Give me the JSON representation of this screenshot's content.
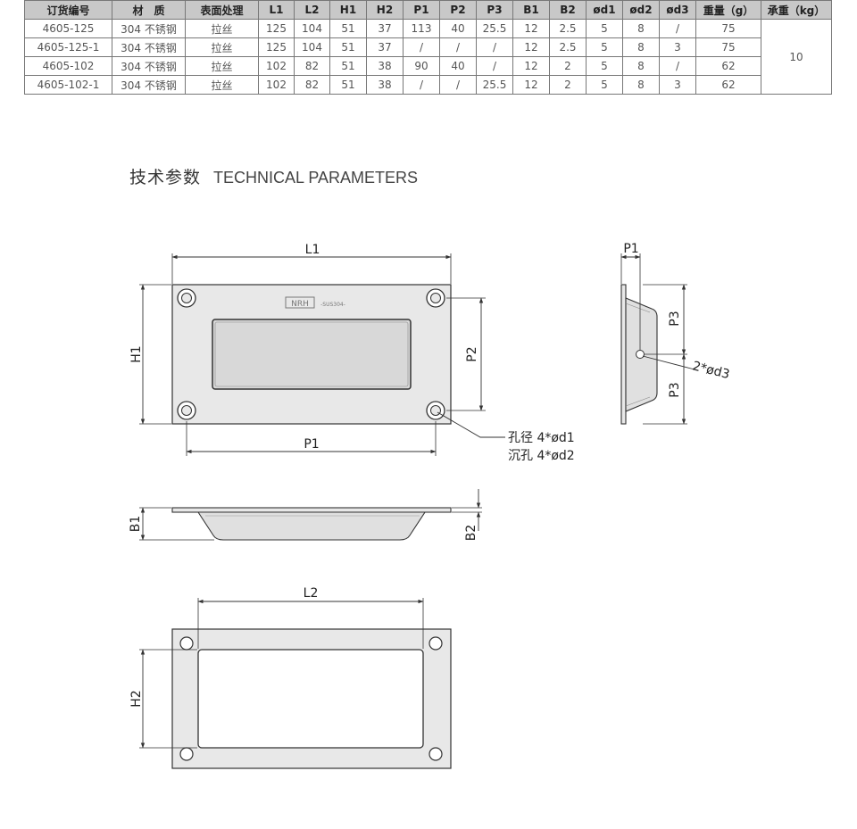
{
  "table": {
    "headers": [
      "订货编号",
      "材　质",
      "表面处理",
      "L1",
      "L2",
      "H1",
      "H2",
      "P1",
      "P2",
      "P3",
      "B1",
      "B2",
      "ød1",
      "ød2",
      "ød3",
      "重量（g）",
      "承重（kg）"
    ],
    "rows": [
      [
        "4605-125",
        "304 不锈钢",
        "拉丝",
        "125",
        "104",
        "51",
        "37",
        "113",
        "40",
        "25.5",
        "12",
        "2.5",
        "5",
        "8",
        "/",
        "75"
      ],
      [
        "4605-125-1",
        "304 不锈钢",
        "拉丝",
        "125",
        "104",
        "51",
        "37",
        "/",
        "/",
        "/",
        "12",
        "2.5",
        "5",
        "8",
        "3",
        "75"
      ],
      [
        "4605-102",
        "304 不锈钢",
        "拉丝",
        "102",
        "82",
        "51",
        "38",
        "90",
        "40",
        "/",
        "12",
        "2",
        "5",
        "8",
        "/",
        "62"
      ],
      [
        "4605-102-1",
        "304 不锈钢",
        "拉丝",
        "102",
        "82",
        "51",
        "38",
        "/",
        "/",
        "25.5",
        "12",
        "2",
        "5",
        "8",
        "3",
        "62"
      ]
    ],
    "load_value": "10"
  },
  "section": {
    "title_cn": "技术参数",
    "title_en": "TECHNICAL PARAMETERS"
  },
  "drawing": {
    "logo_text": "NRH",
    "material_stamp": "-SUS304-",
    "dims": {
      "L1": "L1",
      "H1": "H1",
      "P1": "P1",
      "P2": "P2",
      "P3": "P3",
      "B1": "B1",
      "B2": "B2",
      "L2": "L2",
      "H2": "H2"
    },
    "callouts": {
      "hole": "孔径 4*ød1",
      "countersink": "沉孔 4*ød2",
      "side_hole": "2*ød3"
    }
  },
  "colors": {
    "plate_fill": "#e8e8e8",
    "recess_fill": "#d8d8d8",
    "line": "#333333",
    "header_bg": "#c8c8c8"
  }
}
